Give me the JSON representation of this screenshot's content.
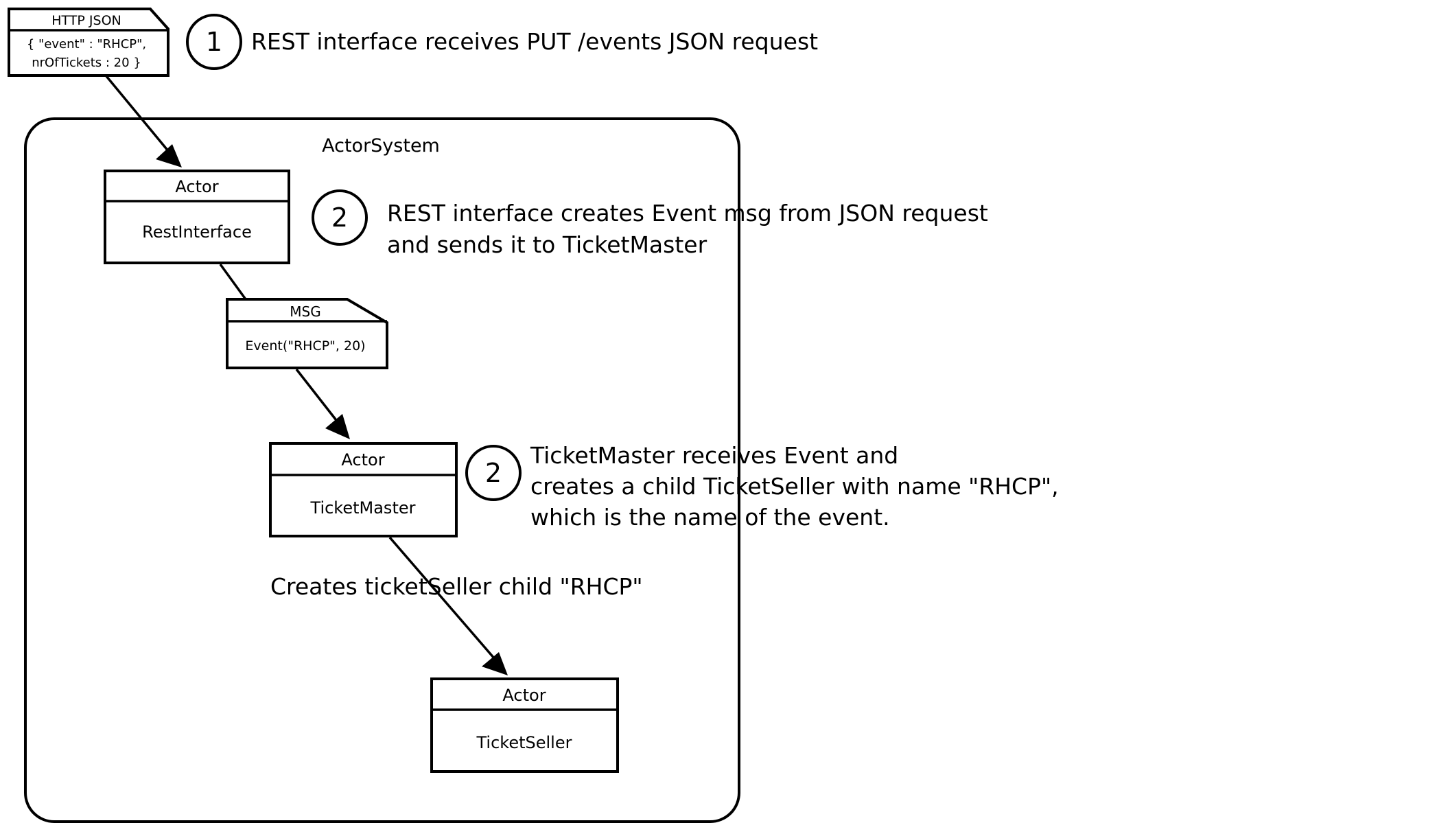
{
  "http_note": {
    "title": "HTTP JSON",
    "line1": "{ \"event\" : \"RHCP\",",
    "line2": "nrOfTickets : 20 }"
  },
  "steps": {
    "step1": {
      "number": "1",
      "text": "REST interface receives PUT /events JSON request"
    },
    "step2": {
      "number": "2",
      "line1": "REST interface creates Event msg from JSON request",
      "line2": "and sends it to TicketMaster"
    },
    "step3": {
      "number": "2",
      "line1": "TicketMaster receives Event and",
      "line2": "creates a child TicketSeller with name \"RHCP\",",
      "line3": "which is the name of the event."
    }
  },
  "actor_system": {
    "label": "ActorSystem"
  },
  "actors": {
    "rest_interface": {
      "stereotype": "Actor",
      "name": "RestInterface"
    },
    "ticket_master": {
      "stereotype": "Actor",
      "name": "TicketMaster"
    },
    "ticket_seller": {
      "stereotype": "Actor",
      "name": "TicketSeller"
    }
  },
  "msg_note": {
    "title": "MSG",
    "body": "Event(\"RHCP\", 20)"
  },
  "edge_label": {
    "text": "Creates ticketSeller child \"RHCP\""
  }
}
